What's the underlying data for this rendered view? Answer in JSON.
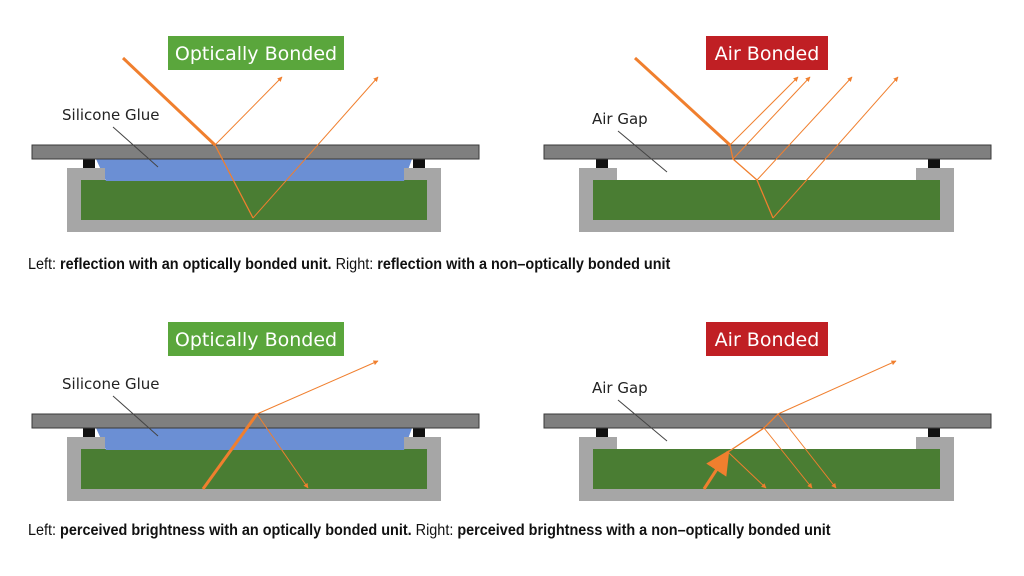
{
  "panels": {
    "top_left": {
      "badge": "Optically Bonded",
      "callout": "Silicone Glue"
    },
    "top_right": {
      "badge": "Air Bonded",
      "callout": "Air Gap"
    },
    "bottom_left": {
      "badge": "Optically Bonded",
      "callout": "Silicone Glue"
    },
    "bottom_right": {
      "badge": "Air Bonded",
      "callout": "Air Gap"
    }
  },
  "captions": {
    "reflection": {
      "left_prefix": "Left: ",
      "left_text": "reflection with an optically bonded unit.",
      "right_prefix": " Right: ",
      "right_text": "reflection with a non–optically bonded unit"
    },
    "brightness": {
      "left_prefix": "Left: ",
      "left_text": "perceived brightness with an optically bonded unit.",
      "right_prefix": " Right: ",
      "right_text": "perceived brightness with a non–optically bonded unit"
    }
  },
  "colors": {
    "optically_bonded_badge": "#5aa63c",
    "air_bonded_badge": "#c01f24",
    "cover_glass": "#7f7f7f",
    "frame": "#a6a6a6",
    "display": "#4a7d33",
    "glue": "#6b8fd4",
    "light_ray": "#f07f2e"
  }
}
